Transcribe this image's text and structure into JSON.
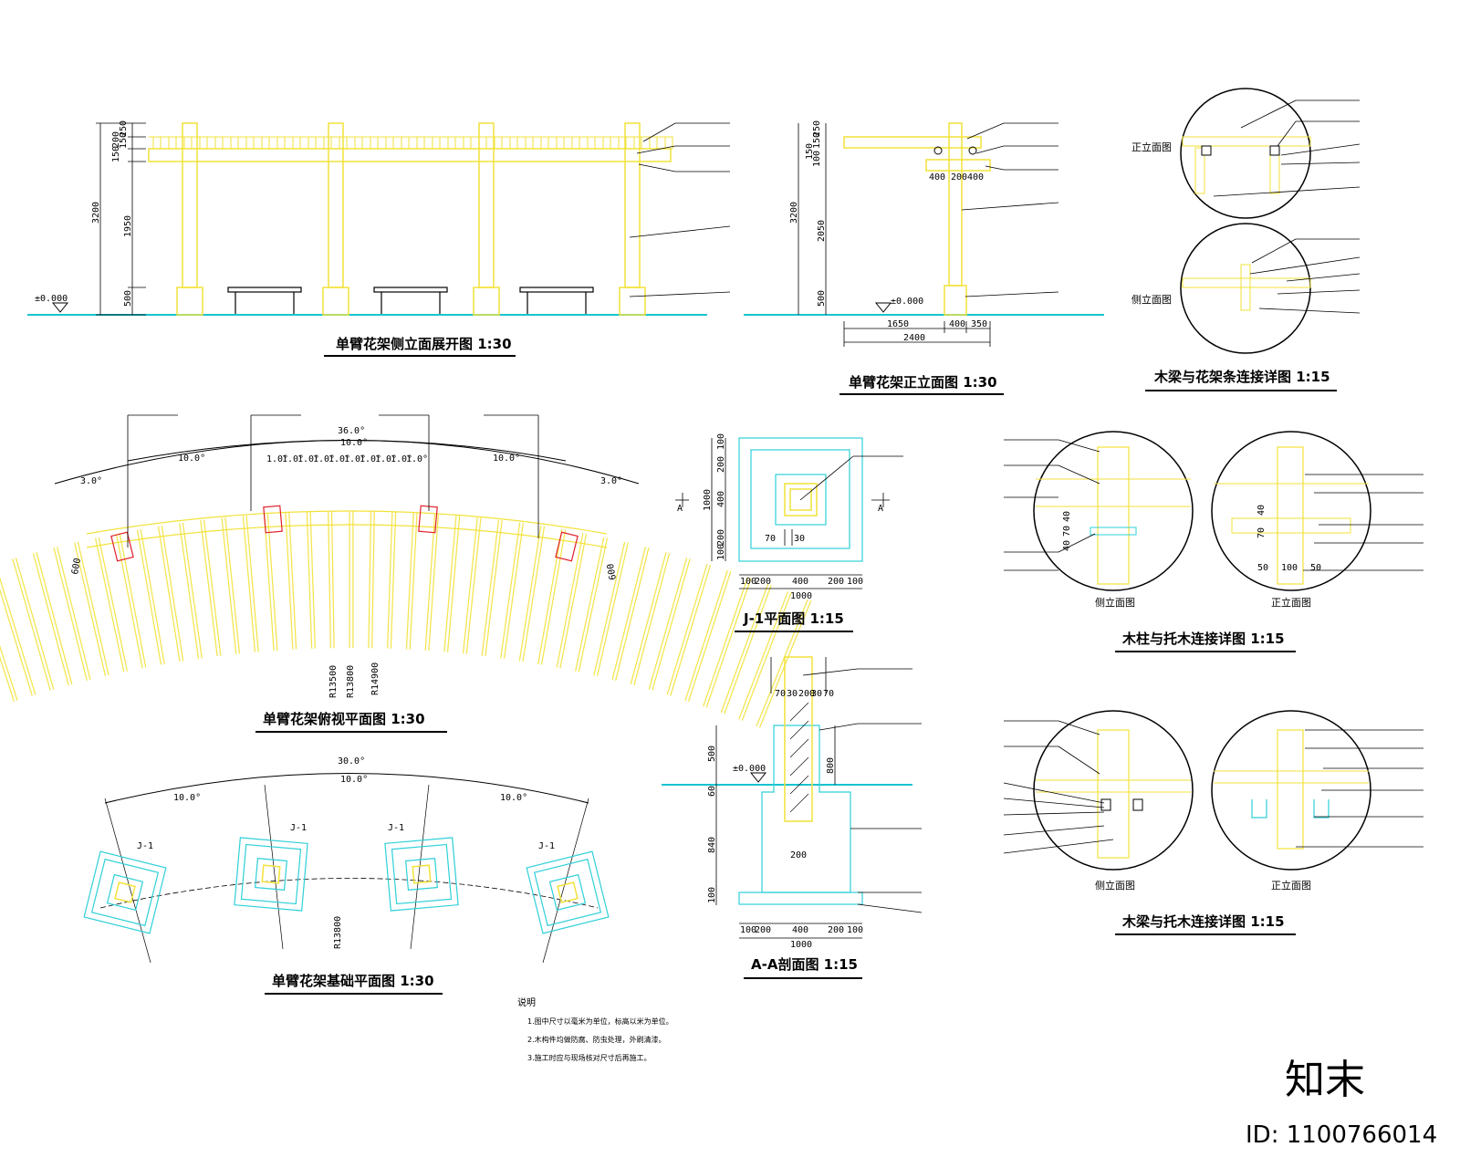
{
  "colors": {
    "ground": "#19c3cf",
    "timber": "#f2e23a",
    "line": "#000000",
    "red": "#e0202a",
    "cyan": "#2fd0d8"
  },
  "titles": {
    "side_elevation": "单臂花架侧立面展开图   1:30",
    "front_elevation": "单臂花架正立面图   1:30",
    "beam_purlin_detail": "木梁与花架条连接详图   1:15",
    "top_plan": "单臂花架俯视平面图   1:30",
    "j1_plan": "J-1平面图   1:15",
    "column_bracket_detail": "木柱与托木连接详图   1:15",
    "foundation_plan": "单臂花架基础平面图   1:30",
    "aa_section": "A-A剖面图   1:15",
    "beam_bracket_detail": "木梁与托木连接详图   1:15"
  },
  "side_elevation": {
    "level": "±0.000",
    "dims": [
      "250",
      "150",
      "150",
      "200",
      "3200",
      "1950",
      "500"
    ]
  },
  "front_elevation": {
    "level": "±0.000",
    "dims": [
      "250",
      "150",
      "150",
      "100",
      "3200",
      "2050",
      "500"
    ],
    "head_dims": [
      "400",
      "200",
      "400"
    ],
    "base_dims": [
      "1650",
      "400",
      "350",
      "2400"
    ]
  },
  "beam_purlin_detail": {
    "views": [
      "正立面图",
      "侧立面图"
    ]
  },
  "top_plan": {
    "top_dims": [
      "36.0°",
      "10.0°",
      "10.0°",
      "10.0°",
      "3.0°",
      "3.0°"
    ],
    "purlin_dims": [
      "1.0°",
      "1.0°",
      "1.0°",
      "1.0°",
      "1.0°",
      "1.0°",
      "1.0°",
      "1.0°",
      "1.0°",
      "1.0°"
    ],
    "side_dims": [
      "600",
      "600"
    ],
    "radii": [
      "R13500",
      "R13800",
      "R14900"
    ]
  },
  "j1_plan": {
    "dims_v": [
      "100",
      "200",
      "400",
      "200",
      "100",
      "1000"
    ],
    "dims_h": [
      "100",
      "200",
      "400",
      "200",
      "100",
      "1000"
    ],
    "small_dims": [
      "70",
      "30"
    ],
    "marker": "A"
  },
  "column_bracket_detail": {
    "views": [
      "侧立面图",
      "正立面图"
    ],
    "dims_left": [
      "40",
      "70",
      "40"
    ],
    "dims_right": [
      "40",
      "70",
      "50",
      "100",
      "50"
    ]
  },
  "foundation_plan": {
    "dims": [
      "30.0°",
      "10.0°",
      "10.0°",
      "10.0°"
    ],
    "radius": "R13800",
    "label": "J-1"
  },
  "aa_section": {
    "top_dims": [
      "70",
      "30",
      "200",
      "30",
      "70"
    ],
    "level": "±0.000",
    "dims_v": [
      "500",
      "60",
      "840",
      "100"
    ],
    "dim_800": "800",
    "dim_200": "200",
    "base_dims": [
      "100",
      "200",
      "400",
      "200",
      "100",
      "1000"
    ]
  },
  "beam_bracket_detail": {
    "views": [
      "侧立面图",
      "正立面图"
    ]
  },
  "notes": {
    "title": "说明",
    "items": [
      "1.图中尺寸以毫米为单位，标高以米为单位。",
      "2.木构件均做防腐、防虫处理，外刷清漆。",
      "3.施工时应与现场核对尺寸后再施工。"
    ]
  },
  "watermark": {
    "brand": "知末",
    "id": "ID: 1100766014"
  }
}
